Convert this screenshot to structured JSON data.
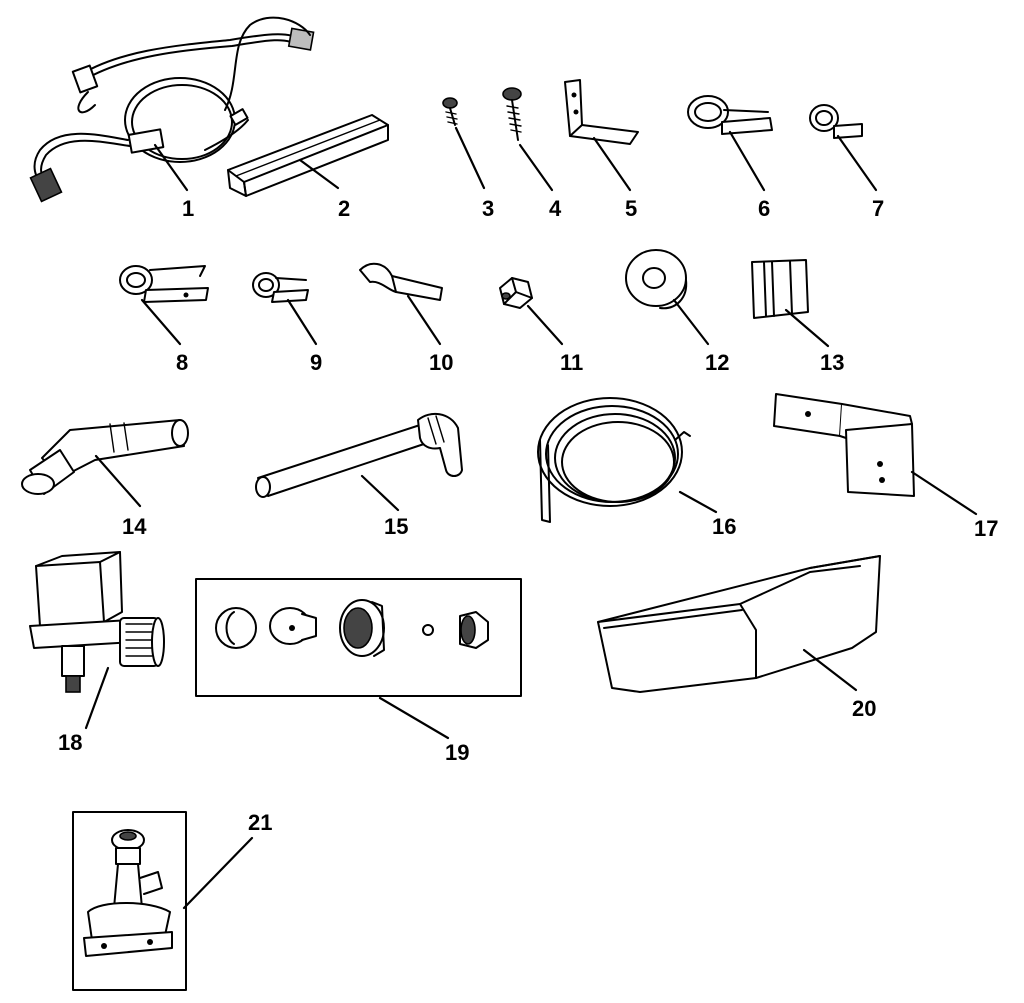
{
  "diagram": {
    "parts": [
      {
        "id": "p1",
        "label": "1"
      },
      {
        "id": "p2",
        "label": "2"
      },
      {
        "id": "p3",
        "label": "3"
      },
      {
        "id": "p4",
        "label": "4"
      },
      {
        "id": "p5",
        "label": "5"
      },
      {
        "id": "p6",
        "label": "6"
      },
      {
        "id": "p7",
        "label": "7"
      },
      {
        "id": "p8",
        "label": "8"
      },
      {
        "id": "p9",
        "label": "9"
      },
      {
        "id": "p10",
        "label": "10"
      },
      {
        "id": "p11",
        "label": "11"
      },
      {
        "id": "p12",
        "label": "12"
      },
      {
        "id": "p13",
        "label": "13"
      },
      {
        "id": "p14",
        "label": "14"
      },
      {
        "id": "p15",
        "label": "15"
      },
      {
        "id": "p16",
        "label": "16"
      },
      {
        "id": "p17",
        "label": "17"
      },
      {
        "id": "p18",
        "label": "18"
      },
      {
        "id": "p19",
        "label": "19"
      },
      {
        "id": "p20",
        "label": "20"
      },
      {
        "id": "p21",
        "label": "21"
      }
    ]
  }
}
